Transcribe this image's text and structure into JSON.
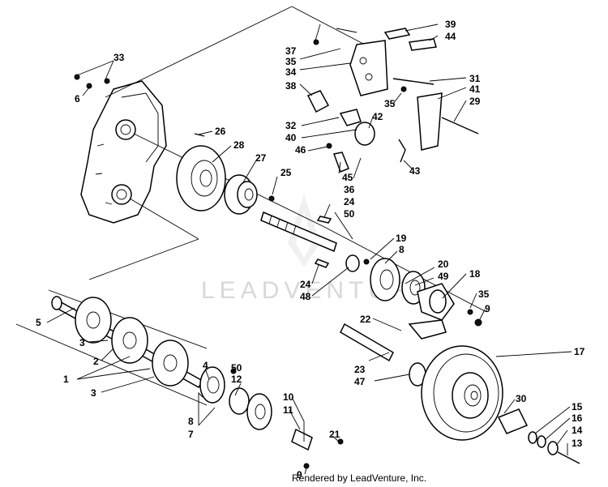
{
  "watermark": "LEADVENTURE",
  "credit": "Rendered by LeadVenture, Inc.",
  "callouts": {
    "c1": "1",
    "c2": "2",
    "c3a": "3",
    "c3b": "3",
    "c4": "4",
    "c5": "5",
    "c6": "6",
    "c7": "7",
    "c8a": "8",
    "c8b": "8",
    "c9a": "9",
    "c9b": "9",
    "c10": "10",
    "c11": "11",
    "c12": "12",
    "c13": "13",
    "c14": "14",
    "c15": "15",
    "c16": "16",
    "c17": "17",
    "c18": "18",
    "c19": "19",
    "c20": "20",
    "c21": "21",
    "c22": "22",
    "c23": "23",
    "c24a": "24",
    "c24b": "24",
    "c25": "25",
    "c26": "26",
    "c27": "27",
    "c28": "28",
    "c29": "29",
    "c30": "30",
    "c31": "31",
    "c32": "32",
    "c33": "33",
    "c34": "34",
    "c35a": "35",
    "c35b": "35",
    "c35c": "35",
    "c36": "36",
    "c37": "37",
    "c38": "38",
    "c39": "39",
    "c40": "40",
    "c41": "41",
    "c42": "42",
    "c43": "43",
    "c44": "44",
    "c45": "45",
    "c46": "46",
    "c47": "47",
    "c48": "48",
    "c49": "49",
    "c50a": "50",
    "c50b": "50"
  }
}
